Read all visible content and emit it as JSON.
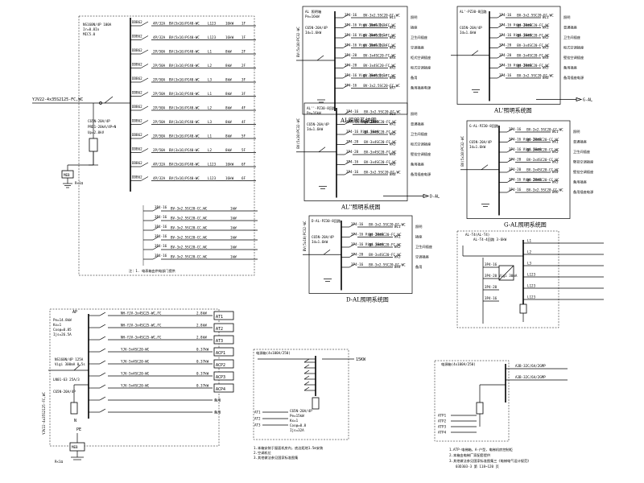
{
  "panel_main": {
    "feeder": "YJV22-4x35S2125-FC,WC",
    "breaker_lines": [
      "NS160N/4P 100A",
      "Ir=0.8In",
      "MIC5.0"
    ],
    "spd_lines": [
      "C65N-20A/4P",
      "PRD1-20kA/4P+N",
      "Up=2.0kV"
    ],
    "meter": "MEB",
    "rating": "R<1Ω",
    "rows": [
      {
        "cb": "DDB62",
        "spec": "4P/32A",
        "cable": "BV(5x16)PC40-WC",
        "phase": "L123",
        "load": "16kW",
        "floor": "1F"
      },
      {
        "cb": "DDB62",
        "spec": "4P/32A",
        "cable": "BV(5x16)PC40-WC",
        "phase": "L123",
        "load": "16kW",
        "floor": "1F"
      },
      {
        "cb": "DDB62",
        "spec": "2P/50A",
        "cable": "BV(3x16)PC40-WC",
        "phase": "L1",
        "load": "8kW",
        "floor": "2F"
      },
      {
        "cb": "DDB62",
        "spec": "2P/50A",
        "cable": "BV(3x16)PC40-WC",
        "phase": "L2",
        "load": "8kW",
        "floor": "2F"
      },
      {
        "cb": "DDB62",
        "spec": "2P/50A",
        "cable": "BV(3x16)PC40-WC",
        "phase": "L3",
        "load": "8kW",
        "floor": "3F"
      },
      {
        "cb": "DDB62",
        "spec": "2P/50A",
        "cable": "BV(3x16)PC40-WC",
        "phase": "L1",
        "load": "8kW",
        "floor": "3F"
      },
      {
        "cb": "DDB62",
        "spec": "2P/50A",
        "cable": "BV(3x16)PC40-WC",
        "phase": "L2",
        "load": "8kW",
        "floor": "4F"
      },
      {
        "cb": "DDB62",
        "spec": "2P/50A",
        "cable": "BV(3x16)PC40-WC",
        "phase": "L3",
        "load": "8kW",
        "floor": "4F"
      },
      {
        "cb": "DDB62",
        "spec": "2P/50A",
        "cable": "BV(3x16)PC40-WC",
        "phase": "L1",
        "load": "8kW",
        "floor": "5F"
      },
      {
        "cb": "DDB62",
        "spec": "2P/50A",
        "cable": "BV(3x16)PC40-WC",
        "phase": "L2",
        "load": "8kW",
        "floor": "5F"
      },
      {
        "cb": "DDB62",
        "spec": "4P/32A",
        "cable": "BV(5x16)PC40-WC",
        "phase": "L123",
        "load": "16kW",
        "floor": "6F"
      },
      {
        "cb": "DDB62",
        "spec": "4P/32A",
        "cable": "BV(5x16)PC40-WC",
        "phase": "L123",
        "load": "16kW",
        "floor": "6F"
      }
    ],
    "small_rows": [
      {
        "cb": "3P4-16",
        "cable": "BV-3x2.5SC20-CC,WC",
        "load": "1kW"
      },
      {
        "cb": "3P4-16",
        "cable": "BV-3x2.5SC20-CC,WC",
        "load": "1kW"
      },
      {
        "cb": "3P4-16",
        "cable": "BV-3x2.5SC20-CC,WC",
        "load": "1kW"
      },
      {
        "cb": "3P4-16",
        "cable": "BV-3x2.5SC20-CC,WC",
        "load": "1kW"
      },
      {
        "cb": "3P4-16",
        "cable": "BV-3x2.5SC20-CC,WC",
        "load": "1kW"
      },
      {
        "cb": "3P4-16",
        "cable": "BV-3x2.5SC20-CC,WC",
        "load": "1kW"
      }
    ],
    "note": "注：1. 电表箱由供电部门提供"
  },
  "panel_al": {
    "id": "AL",
    "feeder": "BV(5x10)PC32-WC",
    "head": [
      "AL 照明箱",
      "Pe=16kW"
    ],
    "main_cb": [
      "C65N-20A/4P",
      "Id=1.6kW"
    ],
    "circuits": [
      {
        "cb": "3P4-16",
        "cable": "BV-3x2.5SC20-FC,WC",
        "tag": "WL1",
        "use": "照明"
      },
      {
        "cb": "3P4-16 Vigi 30mA 0.1s",
        "cable": "BV-3x4SC20-FC,WC",
        "tag": "WX1",
        "use": "插座"
      },
      {
        "cb": "3P4-16 Vigi 30mA 0.1s",
        "cable": "BV-3x4SC20-FC,WC",
        "tag": "WX2",
        "use": "卫生间插座"
      },
      {
        "cb": "3P4-16 Vigi 30mA 0.1s",
        "cable": "BV-3x4SC20-FC,WC",
        "tag": "WX3",
        "use": "空调插座"
      },
      {
        "cb": "3P4-20",
        "cable": "BV-3x4SC20-FC,WC",
        "tag": "WX4",
        "use": "柜式空调插座"
      },
      {
        "cb": "3P4-20",
        "cable": "BV-3x4SC20-FC,WC",
        "tag": "WX5",
        "use": "柜式空调插座"
      },
      {
        "cb": "3P4-16 Vigi 30mA 0.1s",
        "cable": "BV-3x4SC20-FC,WC",
        "tag": "WX6",
        "use": "备用"
      },
      {
        "cb": "3P4-16",
        "cable": "BV-3x2.5SC20-FC,WC",
        "tag": "WX7",
        "use": "备用插座电源"
      }
    ],
    "caption": "AL照明系统图"
  },
  "panel_al2": {
    "id": "AL'",
    "head": [
      "AL'-PZ30-8回路"
    ],
    "main_cb": [
      "C65N-20A/4P",
      "Id=1.6kW"
    ],
    "circuits": [
      {
        "cb": "3P4-16",
        "cable": "BV-3x2.5SC20-FC,WC",
        "tag": "WL1",
        "use": "照明"
      },
      {
        "cb": "3P4-16 Vigi 30mA",
        "cable": "BV-3x4SC20-FC,WC",
        "tag": "WX1",
        "use": "普通插座"
      },
      {
        "cb": "3P4-16 Vigi 30mA",
        "cable": "BV-3x4SC20-FC,WC",
        "tag": "WX2",
        "use": "卫生间插座"
      },
      {
        "cb": "3P4-20",
        "cable": "BV-3x4SC20-FC,WC",
        "tag": "WX3",
        "use": "柜式空调插座"
      },
      {
        "cb": "3P4-20",
        "cable": "BV-3x4SC20-FC,WC",
        "tag": "WX4",
        "use": "壁挂空调插座"
      },
      {
        "cb": "3P4-16 Vigi 30mA",
        "cable": "BV-3x4SC20-FC,WC",
        "tag": "WX5",
        "use": "备用插座"
      },
      {
        "cb": "3P4-16",
        "cable": "BV-3x2.5SC20-FC,WC",
        "tag": "WX6",
        "use": "备用插座电源"
      }
    ],
    "tail": "G-AL",
    "caption": "AL'照明系统图"
  },
  "panel_al3": {
    "id": "AL''",
    "feeder": "BV(5x10)PC32-WC",
    "head": [
      "AL''-PZ30-8回路",
      "Pe=16kW"
    ],
    "main_cb": [
      "C65N-20A/4P",
      "Id=1.6kW"
    ],
    "circuits": [
      {
        "cb": "3P4-16",
        "cable": "BV-3x2.5SC20-FC,WC",
        "tag": "WL1",
        "use": "照明"
      },
      {
        "cb": "3P4-16 Vigi 30mA",
        "cable": "BV-3x4SC20-FC,WC",
        "tag": "WX1",
        "use": "普通插座"
      },
      {
        "cb": "3P4-16 Vigi 30mA",
        "cable": "BV-3x4SC20-FC,WC",
        "tag": "WX2",
        "use": "卫生间插座"
      },
      {
        "cb": "3P4-20",
        "cable": "BV-3x4SC20-FC,WC",
        "tag": "WX3",
        "use": "柜式空调插座"
      },
      {
        "cb": "3P4-20",
        "cable": "BV-3x4SC20-FC,WC",
        "tag": "WX4",
        "use": "壁挂空调插座"
      },
      {
        "cb": "3P4-16",
        "cable": "BV-3x4SC20-FC,WC",
        "tag": "WX5",
        "use": "备用插座"
      },
      {
        "cb": "3P4-16",
        "cable": "BV-3x2.5SC20-FC,WC",
        "tag": "WX6",
        "use": "备用插座电源"
      }
    ],
    "tail": "D-AL",
    "caption": "AL''照明系统图"
  },
  "panel_gal": {
    "id": "G-AL",
    "feeder": "BV(5x10)PC32-WC",
    "head": [
      "G-AL-PZ30-8回路"
    ],
    "main_cb": [
      "C65N-20A/4P",
      "Id=1.6kW"
    ],
    "circuits": [
      {
        "cb": "3P4-16",
        "cable": "BV-3x2.5SC20-CC,WC",
        "tag": "WL1",
        "use": "照明"
      },
      {
        "cb": "3P4-16 Vigi 30mA",
        "cable": "BV-3x4SC20-CC,WC",
        "tag": "WX1",
        "use": "普通插座"
      },
      {
        "cb": "3P4-16 Vigi 30mA",
        "cable": "BV-3x4SC20-CC,WC",
        "tag": "WX2",
        "use": "卫生间插座"
      },
      {
        "cb": "3P4-20",
        "cable": "BV-3x4SC20-CC,WC",
        "tag": "WX3",
        "use": "壁挂空调插座"
      },
      {
        "cb": "3P4-20",
        "cable": "BV-3x4SC20-CC,WC",
        "tag": "WX4",
        "use": "壁挂空调插座"
      },
      {
        "cb": "3P4-16 Vigi 30mA",
        "cable": "BV-3x4SC20-CC,WC",
        "tag": "WX5",
        "use": "备用插座"
      },
      {
        "cb": "3P4-16",
        "cable": "BV-3x2.5SC20-CC,WC",
        "tag": "WX6",
        "use": "备用插座电源"
      }
    ],
    "caption": "G-AL照明系统图"
  },
  "panel_dal": {
    "id": "D-AL",
    "feeder": "BV(5x10)PC32-WC",
    "head": [
      "D-AL-PZ30-8回路"
    ],
    "main_cb": [
      "C65N-20A/4P",
      "Id=1.6kW"
    ],
    "circuits": [
      {
        "cb": "3P4-16",
        "cable": "BV-3x2.5SC20-FC,WC",
        "tag": "WL1",
        "use": "照明"
      },
      {
        "cb": "3P4-16 Vigi 30mA",
        "cable": "BV-3x4SC20-FC,WC",
        "tag": "WX1",
        "use": "插座"
      },
      {
        "cb": "3P4-16 Vigi 30mA",
        "cable": "BV-3x4SC20-FC,WC",
        "tag": "WX2",
        "use": "卫生间插座"
      },
      {
        "cb": "3P4-20",
        "cable": "BV-3x4SC20-FC,WC",
        "tag": "WX3",
        "use": "空调插座"
      },
      {
        "cb": "3P4-16",
        "cable": "BV-3x2.5SC20-FC,WC",
        "tag": "WX4",
        "use": "备用"
      }
    ],
    "caption": "D-AL照明系统图"
  },
  "panel_at": {
    "id": "AL-T4(AL-T4)",
    "head": "AL-T4-4回路 3-6kW",
    "lines": [
      "L1",
      "L2",
      "L3",
      "L123",
      "L123",
      "L123"
    ],
    "circuits": [
      "3P4-16",
      "3P4-20 Vigi 30mA",
      "3P4-20",
      "3P4-16"
    ]
  },
  "panel_ap": {
    "id": "AP",
    "params": [
      "Pe=14.8kW",
      "Kx=1",
      "Cosφ=0.85",
      "Ijs=26.5A"
    ],
    "feeder": "YJV22-4x35S2125-FC,WC",
    "breaker": [
      "NS160N/4P 125A",
      "Vigi 300mA 0.5s"
    ],
    "main_cb": "LN01-63 25A/3",
    "spd": "C65N-20A/4P",
    "ground": [
      "N",
      "PE",
      "MEB",
      "R<1Ω"
    ],
    "rows": [
      {
        "cable": "NH-YJV-3x4SC25-WC,FC",
        "load": "2.8kW",
        "tag": "AT1"
      },
      {
        "cable": "NH-YJV-3x4SC25-WC,FC",
        "load": "2.8kW",
        "tag": "AT2"
      },
      {
        "cable": "NH-YJV-3x4SC25-WC,FC",
        "load": "2.8kW",
        "tag": "AT3"
      },
      {
        "cable": "YJV-5x4SC20-WC",
        "load": "0.37kW",
        "tag": "ACP1"
      },
      {
        "cable": "YJV-5x4SC20-WC",
        "load": "0.37kW",
        "tag": "ACP2"
      },
      {
        "cable": "YJV-5x4SC20-WC",
        "load": "0.37kW",
        "tag": "ACP3"
      },
      {
        "cable": "YJV-5x4SC20-WC",
        "load": "0.37kW",
        "tag": "ACP4"
      }
    ],
    "spare": [
      "备用",
      "备用"
    ]
  },
  "panel_ctr": {
    "head": "电源箱(4x100A/250)",
    "load": "15KW",
    "outputs": [
      "AT1",
      "AT2",
      "AT3"
    ],
    "params": [
      "C65N-20A/4P",
      "Pe=15kW",
      "Kx=1",
      "Cosφ=0.8",
      "Ijs=32A"
    ],
    "notes": [
      "1.本箱安装于屋面机房内，底边距地1.5m安装",
      "2.空调机位",
      "3.其他做法参见国家标准图集"
    ]
  },
  "panel_right": {
    "head": "电源箱(4x100A/250)",
    "outputs": [
      "ATP1",
      "ATP2",
      "ATP3",
      "ATP4"
    ],
    "loads": [
      "A3B-32C/6A/2GMP",
      "A3B-32C/6A/2GMP"
    ],
    "notes": [
      "1.ATP-电梯箱，A-户型，电梯机房控制柜",
      "2.本箱由电梯厂家配套提供",
      "3.其他做法参见国家标准图集三《电梯电气设计规范》",
      "03D303-3 第 118~120 页"
    ]
  }
}
